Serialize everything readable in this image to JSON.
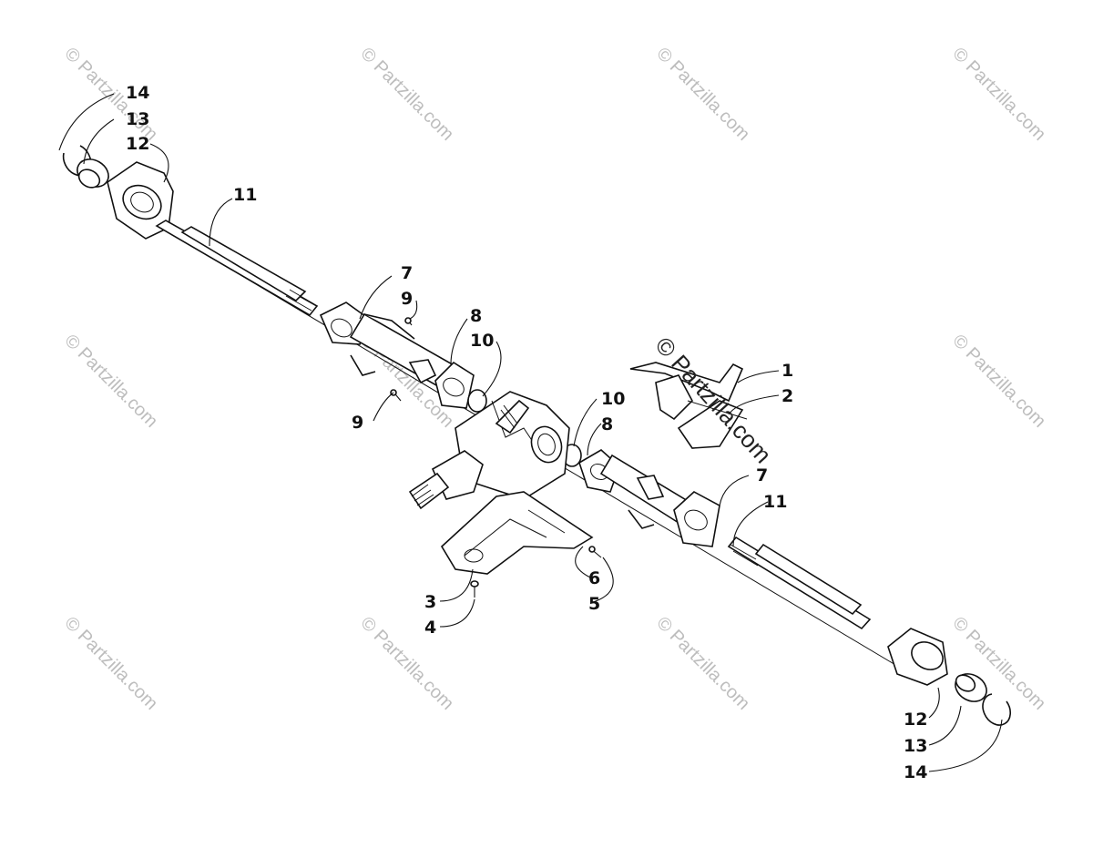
{
  "watermark": {
    "text": "© Partzilla.com",
    "main_text": "© Partzilla.com"
  },
  "callouts": {
    "c1": "1",
    "c2": "2",
    "c3": "3",
    "c4": "4",
    "c5": "5",
    "c6": "6",
    "c7a": "7",
    "c7b": "7",
    "c8a": "8",
    "c8b": "8",
    "c9a": "9",
    "c9b": "9",
    "c10a": "10",
    "c10b": "10",
    "c11a": "11",
    "c11b": "11",
    "c12a": "12",
    "c12b": "12",
    "c13a": "13",
    "c13b": "13",
    "c14a": "14",
    "c14b": "14"
  }
}
